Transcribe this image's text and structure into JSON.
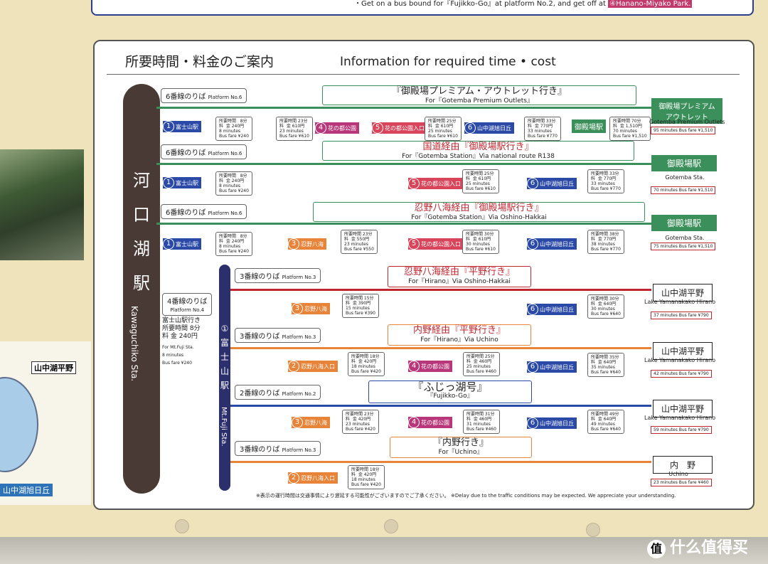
{
  "top_note": {
    "prefix": "・Get on a bus bound for『Fujikko-Go』at platform No.2, and get off at",
    "highlight": "④Hanano-Miyako Park."
  },
  "title_jp": "所要時間・料金のご案内",
  "title_en": "Information for required time • cost",
  "station": {
    "jp": "河口湖駅",
    "en": "Kawaguchiko Sta."
  },
  "fuji_station": {
    "jp": "①富士山駅",
    "en": "Mt.Fuji Sta."
  },
  "left_platform4": {
    "label": "4番線のりば",
    "sub": "Platform No.4",
    "dest": "富士山駅行き",
    "time": "所要時間  8分",
    "fare": "料  金  240円",
    "en": "For Mt.Fuji Sta.",
    "en_time": "8 minutes",
    "en_fare": "Bus fare ¥240"
  },
  "routes": [
    {
      "platform": "6番線のりば",
      "platform_en": "Platform No.6",
      "title_jp": "『御殿場プレミアム・アウトレット行き』",
      "title_en": "For『Gotemba Premium Outlets』",
      "dest": "御殿場プレミアム アウトレット",
      "dest_en": "Gotemba Premium Outlets",
      "dest_info": "95 minutes  Bus fare ¥1,510"
    },
    {
      "platform": "6番線のりば",
      "platform_en": "Platform No.6",
      "title_jp": "国道経由『御殿場駅行き』",
      "title_en": "For『Gotemba Station』Via national route  R138",
      "dest": "御殿場駅",
      "dest_en": "Gotemba Sta.",
      "dest_info": "70 minutes  Bus fare ¥1,510"
    },
    {
      "platform": "6番線のりば",
      "platform_en": "Platform No.6",
      "title_jp": "忍野八海経由『御殿場駅行き』",
      "title_en": "For『Gotemba Station』Via Oshino-Hakkai",
      "dest": "御殿場駅",
      "dest_en": "Gotemba Sta.",
      "dest_info": "75 minutes  Bus fare ¥1,510"
    },
    {
      "platform": "3番線のりば",
      "platform_en": "Platform No.3",
      "title_jp": "忍野八海経由『平野行き』",
      "title_en": "For『Hirano』Via Oshino-Hakkai",
      "dest": "山中湖平野",
      "dest_en": "Lake Yamanakako Hirano",
      "dest_info": "37 minutes  Bus fare ¥790"
    },
    {
      "platform": "3番線のりば",
      "platform_en": "Platform No.3",
      "title_jp": "内野経由『平野行き』",
      "title_en": "For『Hirano』Via Uchino",
      "dest": "山中湖平野",
      "dest_en": "Lake Yamanakako Hirano",
      "dest_info": "42 minutes  Bus fare ¥790"
    },
    {
      "platform": "2番線のりば",
      "platform_en": "Platform No.2",
      "title_jp": "『ふじっ湖号』",
      "title_en": "『Fujikko-Go』",
      "dest": "山中湖平野",
      "dest_en": "Lake Yamanakako Hirano",
      "dest_info": "59 minutes  Bus fare ¥790"
    },
    {
      "platform": "3番線のりば",
      "platform_en": "Platform No.3",
      "title_jp": "『内野行き』",
      "title_en": "For『Uchino』",
      "dest": "内　野",
      "dest_en": "Uchino",
      "dest_info": "23 minutes  Bus fare ¥460"
    }
  ],
  "stops": {
    "s1": {
      "num": "1",
      "name": "富士山駅"
    },
    "s2": {
      "num": "2",
      "name": "忍野八海入口"
    },
    "s3": {
      "num": "3",
      "name": "忍野八海"
    },
    "s4": {
      "num": "4",
      "name": "花の都公園"
    },
    "s5": {
      "num": "5",
      "name": "花の都公園入口"
    },
    "s6": {
      "num": "6",
      "name": "山中湖旭日丘"
    },
    "gotemba": {
      "name": "御殿場駅"
    }
  },
  "infos": {
    "r1a": "所要時間   8分\n料  金 240円\n8 minutes\nBus fare ¥240",
    "r1b": "所要時間 23分\n料  金 610円\n23 minutes\nBus fare ¥610",
    "r1c": "所要時間 25分\n料  金 610円\n25 minutes\nBus fare ¥610",
    "r1d": "所要時間 33分\n料  金 770円\n33 minutes\nBus fare ¥770",
    "r1e": "所要時間 70分\n料  金 1,510円\n70 minutes\nBus fare ¥1,510",
    "r2a": "所要時間   8分\n料  金 240円\n8 minutes\nBus fare ¥240",
    "r2b": "所要時間 25分\n料  金 610円\n25 minutes\nBus fare ¥610",
    "r2c": "所要時間 33分\n料  金 770円\n33 minutes\nBus fare ¥770",
    "r3a": "所要時間   8分\n料  金 240円\n8 minutes\nBus fare ¥240",
    "r3b": "所要時間 23分\n料  金 550円\n23 minutes\nBus fare ¥550",
    "r3c": "所要時間 30分\n料  金 610円\n30 minutes\nBus fare ¥610",
    "r3d": "所要時間 38分\n料  金 770円\n38 minutes\nBus fare ¥770",
    "r4a": "所要時間 15分\n料  金 390円\n15 minutes\nBus fare ¥390",
    "r4b": "所要時間 30分\n料  金 640円\n30 minutes\nBus fare ¥640",
    "r5a": "所要時間 18分\n料  金 420円\n18 minutes\nBus fare ¥420",
    "r5b": "所要時間 25分\n料  金 460円\n25 minutes\nBus fare ¥460",
    "r5c": "所要時間 35分\n料  金 640円\n35 minutes\nBus fare ¥640",
    "r6a": "所要時間 23分\n料  金 420円\n23 minutes\nBus fare ¥420",
    "r6b": "所要時間 31分\n料  金 460円\n31 minutes\nBus fare ¥460",
    "r6c": "所要時間 49分\n料  金 640円\n49 minutes\nBus fare ¥640",
    "r7a": "所要時間 18分\n料  金 420円\n18 minutes\nBus fare ¥420"
  },
  "map": {
    "stop1": "山中湖平野",
    "stop2": "山中湖旭日丘"
  },
  "footnote": "※表示の運行時間は交通事情により遅延する可能性がございますのでご了承ください。 ※Delay due to the traffic conditions may be expected. We appreciate your understanding.",
  "watermark": "什么值得买",
  "colors": {
    "green": "#3b8f5a",
    "red": "#c0262f",
    "orange": "#e8843a",
    "blue": "#2b4aa8",
    "stop_blue": "#2b4aa8",
    "stop_orange": "#e8843a",
    "stop_purple": "#b8377a",
    "stop_red": "#d8455b"
  }
}
